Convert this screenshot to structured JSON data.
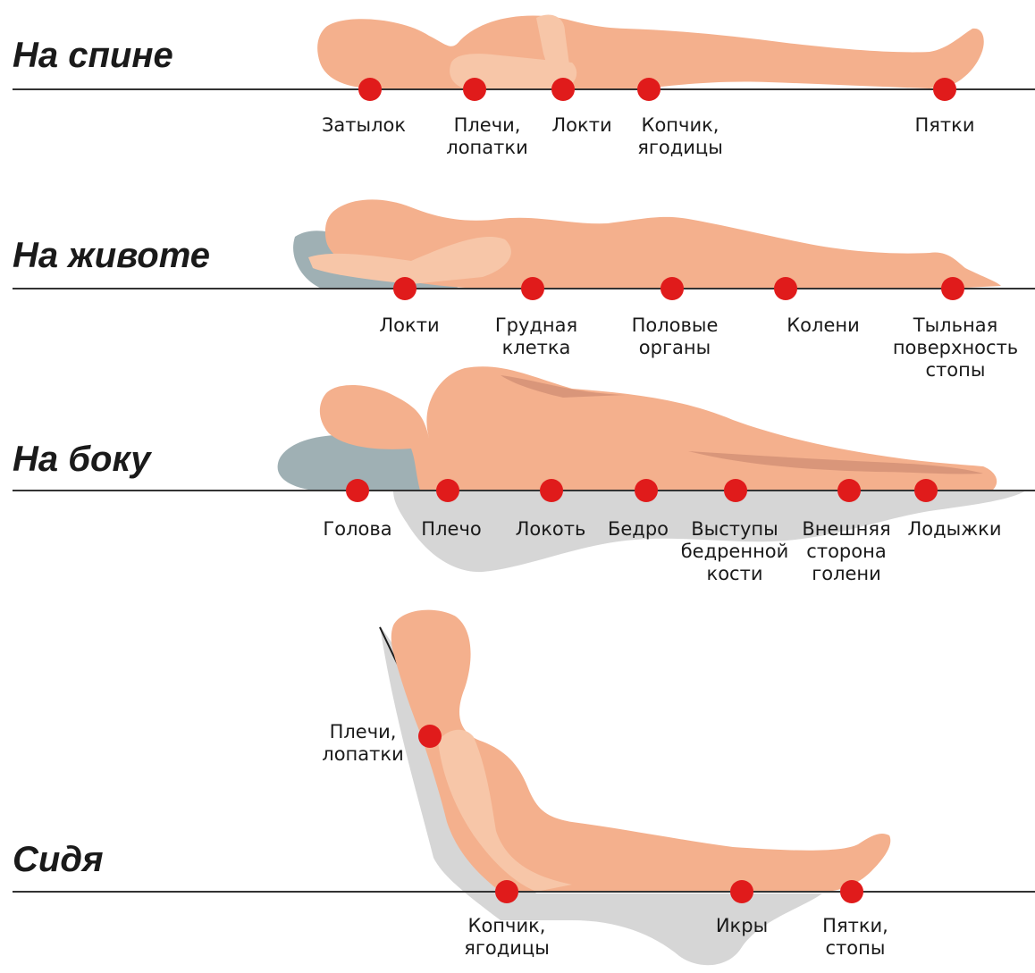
{
  "colors": {
    "body": "#f4b08d",
    "body_light": "#f7c6a8",
    "body_dark": "#d9967a",
    "pillow": "#9fb0b4",
    "shadow": "#d6d6d6",
    "dot": "#e01b1b",
    "line": "#333333"
  },
  "positions": [
    {
      "title": "На спине",
      "points": [
        {
          "label": "Затылок"
        },
        {
          "label": "Плечи,\nлопатки"
        },
        {
          "label": "Локти"
        },
        {
          "label": "Копчик,\nягодицы"
        },
        {
          "label": "Пятки"
        }
      ]
    },
    {
      "title": "На животе",
      "points": [
        {
          "label": "Локти"
        },
        {
          "label": "Грудная\nклетка"
        },
        {
          "label": "Половые\nорганы"
        },
        {
          "label": "Колени"
        },
        {
          "label": "Тыльная\nповерхность\nстопы"
        }
      ]
    },
    {
      "title": "На боку",
      "points": [
        {
          "label": "Голова"
        },
        {
          "label": "Плечо"
        },
        {
          "label": "Локоть"
        },
        {
          "label": "Бедро"
        },
        {
          "label": "Выступы\nбедренной\nкости"
        },
        {
          "label": "Внешняя\nсторона\nголени"
        },
        {
          "label": "Лодыжки"
        }
      ]
    },
    {
      "title": "Сидя",
      "points": [
        {
          "label": "Плечи,\nлопатки"
        },
        {
          "label": "Копчик,\nягодицы"
        },
        {
          "label": "Икры"
        },
        {
          "label": "Пятки,\nстопы"
        }
      ]
    }
  ]
}
